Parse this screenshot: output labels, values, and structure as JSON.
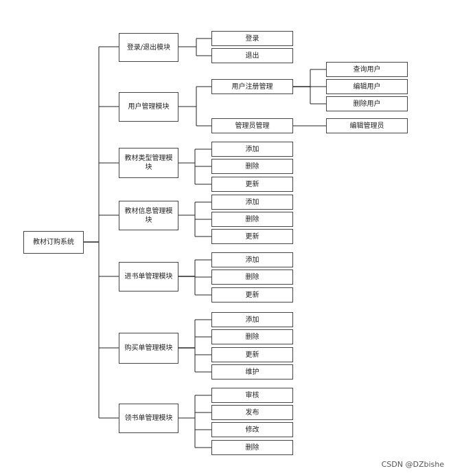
{
  "root": "教材订购系统",
  "modules": [
    {
      "label": "登录/退出模块",
      "children": [
        {
          "label": "登录"
        },
        {
          "label": "退出"
        }
      ]
    },
    {
      "label": "用户管理模块",
      "children": [
        {
          "label": "用户注册管理",
          "children": [
            {
              "label": "查询用户"
            },
            {
              "label": "编辑用户"
            },
            {
              "label": "删除用户"
            }
          ]
        },
        {
          "label": "管理员管理",
          "children": [
            {
              "label": "编辑管理员"
            }
          ]
        }
      ]
    },
    {
      "label": "教材类型管理模块",
      "children": [
        {
          "label": "添加"
        },
        {
          "label": "删除"
        },
        {
          "label": "更新"
        }
      ]
    },
    {
      "label": "教材信息管理模块",
      "children": [
        {
          "label": "添加"
        },
        {
          "label": "删除"
        },
        {
          "label": "更新"
        }
      ]
    },
    {
      "label": "进书单管理模块",
      "children": [
        {
          "label": "添加"
        },
        {
          "label": "删除"
        },
        {
          "label": "更新"
        }
      ]
    },
    {
      "label": "购买单管理模块",
      "children": [
        {
          "label": "添加"
        },
        {
          "label": "删除"
        },
        {
          "label": "更新"
        },
        {
          "label": "维护"
        }
      ]
    },
    {
      "label": "领书单管理模块",
      "children": [
        {
          "label": "审核"
        },
        {
          "label": "发布"
        },
        {
          "label": "修改"
        },
        {
          "label": "删除"
        }
      ]
    }
  ],
  "watermark": "CSDN @DZbishe"
}
